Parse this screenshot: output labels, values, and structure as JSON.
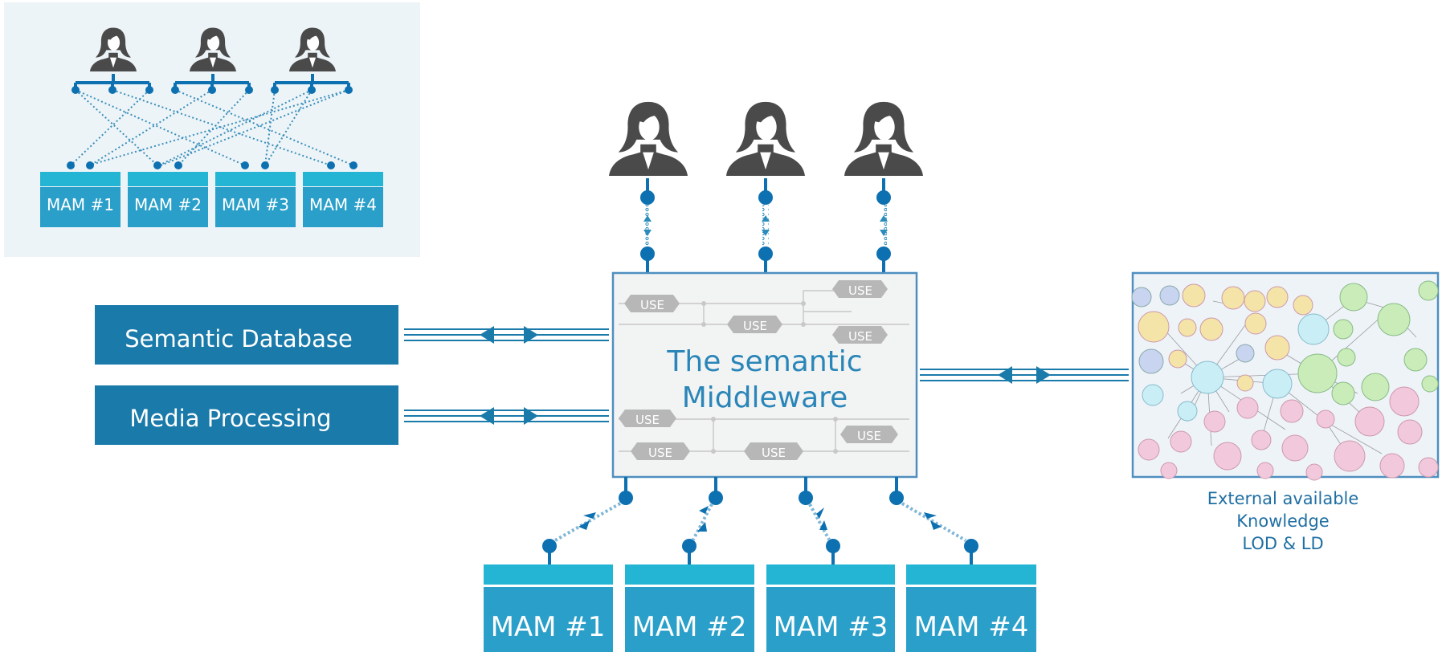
{
  "colors": {
    "primary": "#1a7aaa",
    "mam_header": "#23b5d3",
    "mam_body": "#2a9fc9",
    "connector": "#0d70b0",
    "middleware_bg": "#f2f3f3",
    "middleware_border": "#4f8fc0",
    "use_badge": "#b7b7b7",
    "person": "#4a4a4a",
    "inset_bg": "#edf4f8",
    "mini_bg": "#eef3f8"
  },
  "inset": {
    "mam_labels": [
      "MAM #1",
      "MAM #2",
      "MAM #3",
      "MAM #4"
    ]
  },
  "side_boxes": {
    "semantic_database": "Semantic Database",
    "media_processing": "Media Processing"
  },
  "middleware": {
    "title_line1": "The semantic",
    "title_line2": "Middleware",
    "badge": "USE"
  },
  "mam_labels": [
    "MAM #1",
    "MAM #2",
    "MAM #3",
    "MAM #4"
  ],
  "external": {
    "line1": "External available",
    "line2": "Knowledge",
    "line3": "LOD & LD"
  }
}
